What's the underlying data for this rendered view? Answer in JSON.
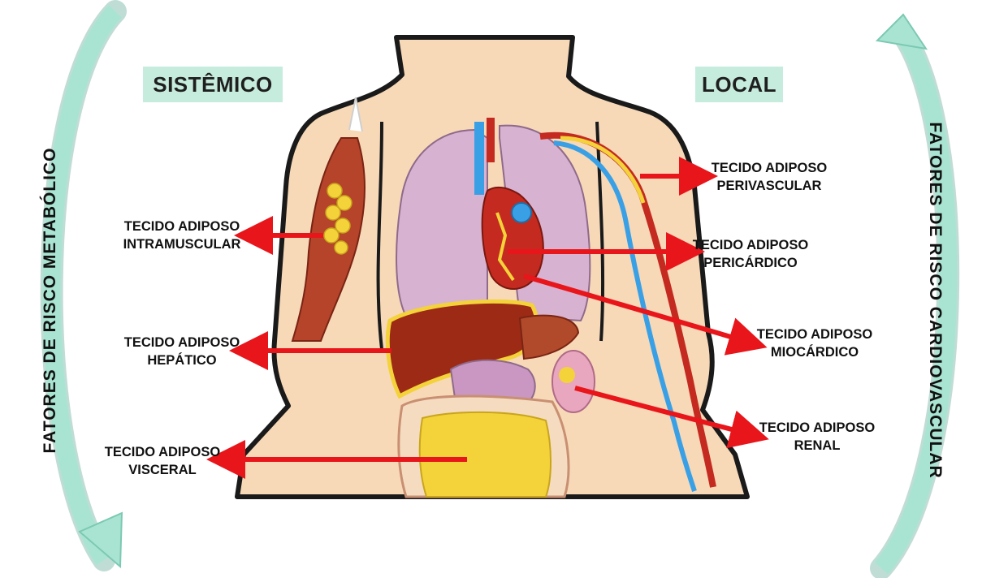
{
  "headings": {
    "systemic": "SISTÊMICO",
    "local": "LOCAL"
  },
  "side_labels": {
    "left": "FATORES DE RISCO METABÓLICO",
    "right": "FATORES DE RISCO CARDIOVASCULAR"
  },
  "labels": {
    "intramuscular": {
      "line1": "TECIDO ADIPOSO",
      "line2": "INTRAMUSCULAR"
    },
    "hepatico": {
      "line1": "TECIDO ADIPOSO",
      "line2": "HEPÁTICO"
    },
    "visceral": {
      "line1": "TECIDO ADIPOSO",
      "line2": "VISCERAL"
    },
    "perivascular": {
      "line1": "TECIDO ADIPOSO",
      "line2": "PERIVASCULAR"
    },
    "pericardico": {
      "line1": "TECIDO ADIPOSO",
      "line2": "PERICÁRDICO"
    },
    "miocardico": {
      "line1": "TECIDO ADIPOSO",
      "line2": "MIOCÁRDICO"
    },
    "renal": {
      "line1": "TECIDO ADIPOSO",
      "line2": "RENAL"
    }
  },
  "colors": {
    "heading_bg": "#c6ecdd",
    "arrow": "#e8151b",
    "side_arrow": "#9fe0cc",
    "skin": "#f7d9b8",
    "lung": "#d7b2d1",
    "liver": "#9c2a15",
    "heart": "#c42a1f",
    "fat": "#f3d23a"
  }
}
